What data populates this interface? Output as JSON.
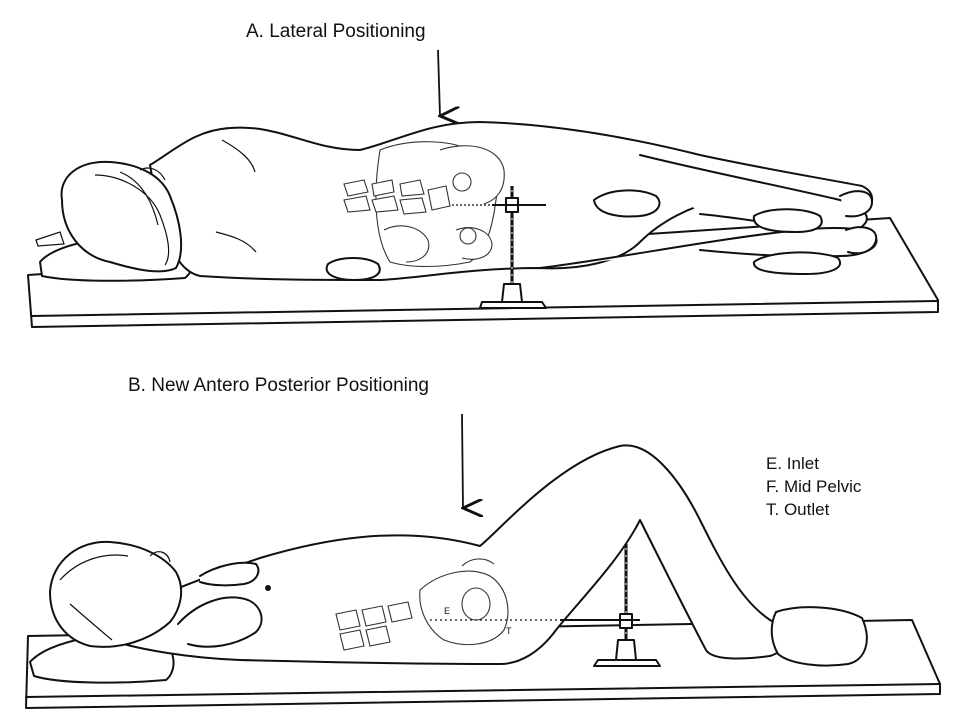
{
  "captions": {
    "a": "A.  Lateral Positioning",
    "b": "B.  New Antero Posterior Positioning"
  },
  "legend": [
    "E.  Inlet",
    "F.  Mid Pelvic",
    "T.  Outlet"
  ],
  "labels": {
    "e_mark": "E",
    "t_mark": "T"
  }
}
